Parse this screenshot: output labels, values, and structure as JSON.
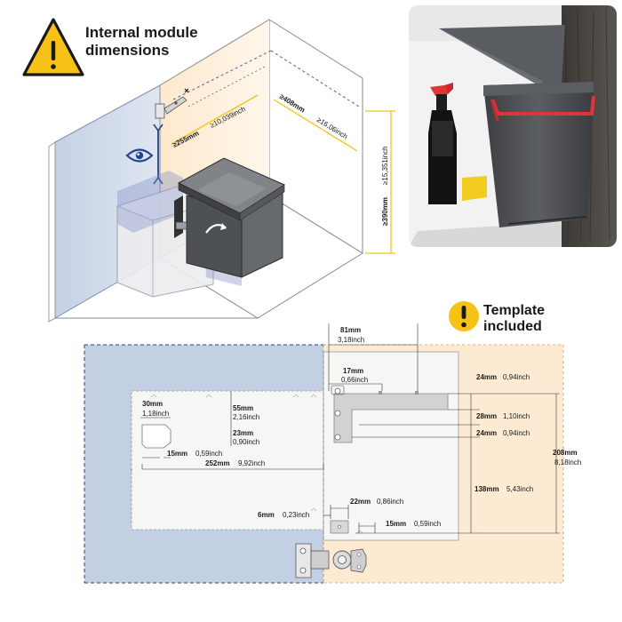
{
  "header": {
    "warning_title_line1": "Internal module",
    "warning_title_line2": "dimensions",
    "template_line1": "Template",
    "template_line2": "included"
  },
  "iso_dims": {
    "depth": {
      "mm": "≥255mm",
      "inch": "≥10,039inch"
    },
    "width": {
      "mm": "≥408mm",
      "inch": "≥16,06inch"
    },
    "height": {
      "mm": "≥390mm",
      "inch": "≥15,351inch"
    }
  },
  "template_dims": {
    "d81": {
      "mm": "81mm",
      "inch": "3,18inch"
    },
    "d17": {
      "mm": "17mm",
      "inch": "0,66inch"
    },
    "d30": {
      "mm": "30mm",
      "inch": "1,18inch"
    },
    "d55": {
      "mm": "55mm",
      "inch": "2,16inch"
    },
    "d23": {
      "mm": "23mm",
      "inch": "0,90inch"
    },
    "d15a": {
      "mm": "15mm",
      "inch": "0,59inch"
    },
    "d252": {
      "mm": "252mm",
      "inch": "9,92inch"
    },
    "d24a": {
      "mm": "24mm",
      "inch": "0,94inch"
    },
    "d28": {
      "mm": "28mm",
      "inch": "1,10inch"
    },
    "d24b": {
      "mm": "24mm",
      "inch": "0,94inch"
    },
    "d208": {
      "mm": "208mm",
      "inch": "8,18inch"
    },
    "d138": {
      "mm": "138mm",
      "inch": "5,43inch"
    },
    "d22": {
      "mm": "22mm",
      "inch": "0,86inch"
    },
    "d6": {
      "mm": "6mm",
      "inch": "0,23inch"
    },
    "d15b": {
      "mm": "15mm",
      "inch": "0,59inch"
    }
  },
  "colors": {
    "accent_yellow": "#f6c215",
    "wall_blue": "#c3cfe3",
    "panel_cream": "#fcebd2",
    "bin_grey": "#4e5154",
    "handle_red": "#e0333a"
  },
  "icons": [
    "warning-triangle-icon",
    "eye-icon",
    "rotate-arrow-icon",
    "exclamation-circle-icon",
    "hinge-icon"
  ]
}
